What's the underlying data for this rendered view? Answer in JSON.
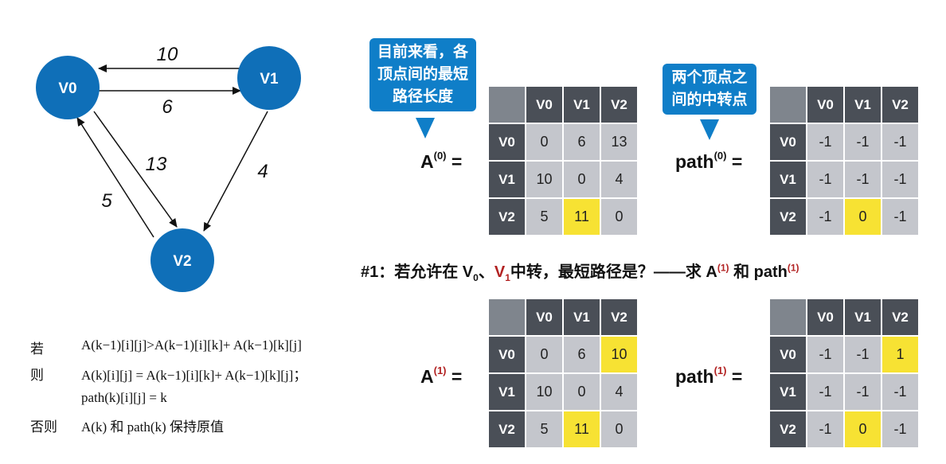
{
  "graph": {
    "nodes": [
      {
        "id": "v0",
        "label": "V0"
      },
      {
        "id": "v1",
        "label": "V1"
      },
      {
        "id": "v2",
        "label": "V2"
      }
    ],
    "edges": [
      {
        "from": "V1",
        "to": "V0",
        "weight": "10"
      },
      {
        "from": "V0",
        "to": "V1",
        "weight": "6"
      },
      {
        "from": "V0",
        "to": "V2",
        "weight": "13"
      },
      {
        "from": "V1",
        "to": "V2",
        "weight": "4"
      },
      {
        "from": "V2",
        "to": "V0",
        "weight": "5"
      }
    ],
    "node_color": "#0f6fb8"
  },
  "callouts": {
    "distance": "目前来看，各顶点间的最短路径长度",
    "path": "两个顶点之间的中转点"
  },
  "labels": {
    "A": "A",
    "path": "path",
    "eq": "=",
    "iter0": "(0)",
    "iter1": "(1)"
  },
  "question": {
    "prefix": "#1：若允许在 V",
    "sub0": "0",
    "sep": "、",
    "v1": "V",
    "sub1": "1",
    "mid": "中转，最短路径是？——求 A",
    "sup1": "(1)",
    "and": " 和 path",
    "sup2": "(1)"
  },
  "matrix_headers": [
    "V0",
    "V1",
    "V2"
  ],
  "matrices": {
    "A0": {
      "rows": [
        [
          "0",
          "6",
          "13"
        ],
        [
          "10",
          "0",
          "4"
        ],
        [
          "5",
          "11",
          "0"
        ]
      ],
      "highlight": [
        [
          2,
          1
        ]
      ]
    },
    "path0": {
      "rows": [
        [
          "-1",
          "-1",
          "-1"
        ],
        [
          "-1",
          "-1",
          "-1"
        ],
        [
          "-1",
          "0",
          "-1"
        ]
      ],
      "highlight": [
        [
          2,
          1
        ]
      ]
    },
    "A1": {
      "rows": [
        [
          "0",
          "6",
          "10"
        ],
        [
          "10",
          "0",
          "4"
        ],
        [
          "5",
          "11",
          "0"
        ]
      ],
      "highlight": [
        [
          0,
          2
        ],
        [
          2,
          1
        ]
      ]
    },
    "path1": {
      "rows": [
        [
          "-1",
          "-1",
          "1"
        ],
        [
          "-1",
          "-1",
          "-1"
        ],
        [
          "-1",
          "0",
          "-1"
        ]
      ],
      "highlight": [
        [
          0,
          2
        ],
        [
          2,
          1
        ]
      ]
    }
  },
  "rules": {
    "if_kw": "若",
    "then_kw": "则",
    "else_kw": "否则",
    "if_text": "A(k−1)[i][j]>A(k−1)[i][k]+ A(k−1)[k][j]",
    "then_text1": "A(k)[i][j] = A(k−1)[i][k]+ A(k−1)[k][j]；",
    "then_text2": "path(k)[i][j] = k",
    "else_text": "A(k) 和 path(k) 保持原值"
  },
  "colors": {
    "highlight": "#f7e233",
    "header": "#4a4f57",
    "cell": "#c4c6cc",
    "callout": "#0f7ec8",
    "accent_red": "#b22222"
  }
}
